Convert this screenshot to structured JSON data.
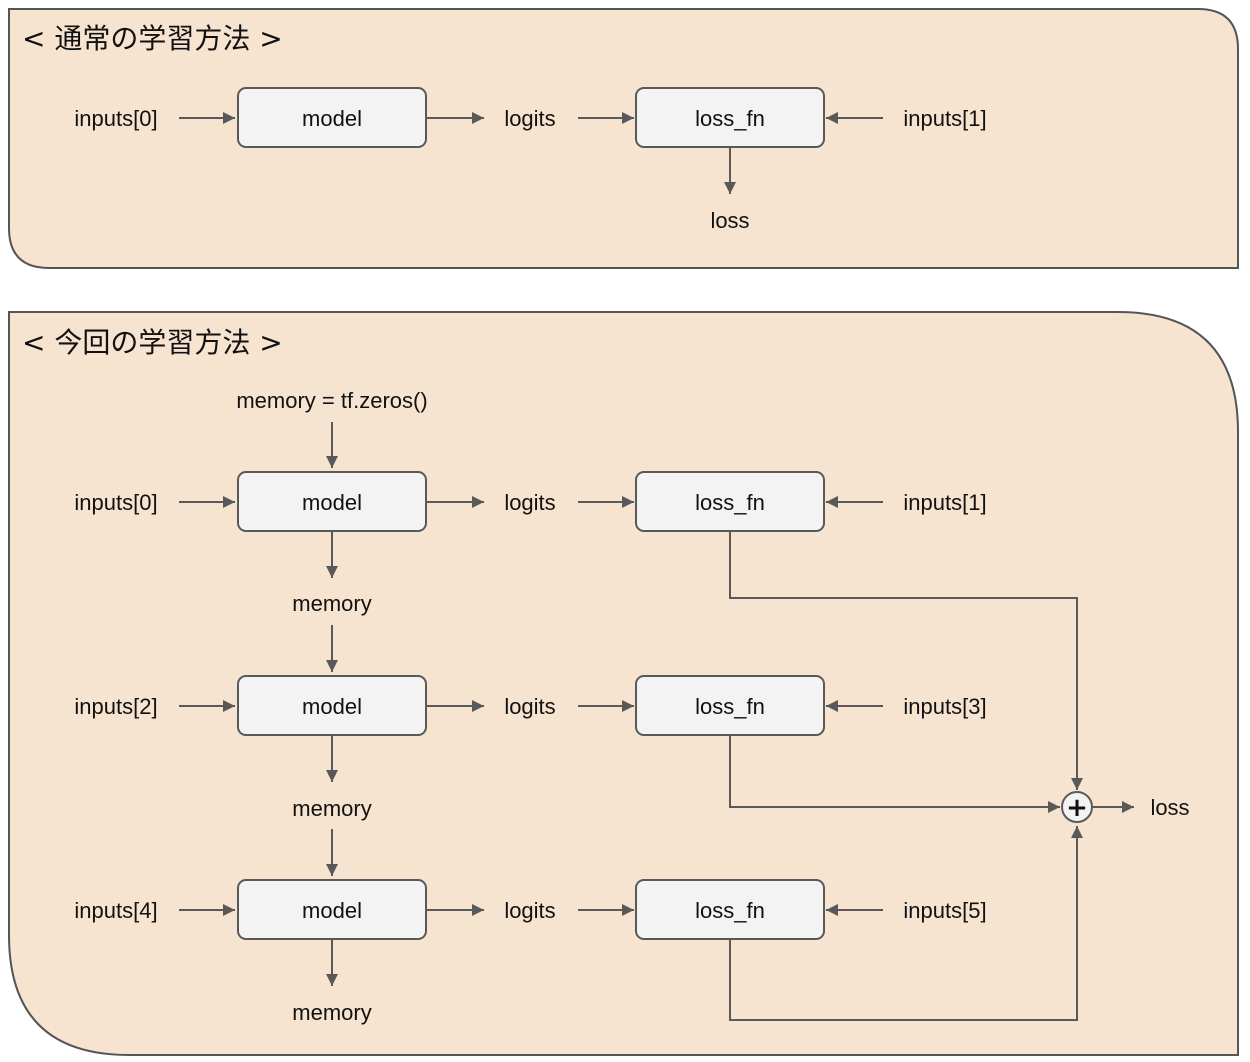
{
  "top_panel": {
    "title": "< 通常の学習方法 >",
    "input_label": "inputs[0]",
    "model_label": "model",
    "logits_label": "logits",
    "loss_fn_label": "loss_fn",
    "target_label": "inputs[1]",
    "loss_label": "loss"
  },
  "bottom_panel": {
    "title": "< 今回の学習方法 >",
    "memory_init_label": "memory = tf.zeros()",
    "rows": [
      {
        "input": "inputs[0]",
        "model": "model",
        "logits": "logits",
        "loss_fn": "loss_fn",
        "target": "inputs[1]",
        "memory": "memory"
      },
      {
        "input": "inputs[2]",
        "model": "model",
        "logits": "logits",
        "loss_fn": "loss_fn",
        "target": "inputs[3]",
        "memory": "memory"
      },
      {
        "input": "inputs[4]",
        "model": "model",
        "logits": "logits",
        "loss_fn": "loss_fn",
        "target": "inputs[5]",
        "memory": "memory"
      }
    ],
    "sum_symbol": "+",
    "loss_label": "loss"
  },
  "colors": {
    "panel_fill": "#f7e4d0",
    "box_fill": "#f3f3f3",
    "stroke": "#595959"
  }
}
